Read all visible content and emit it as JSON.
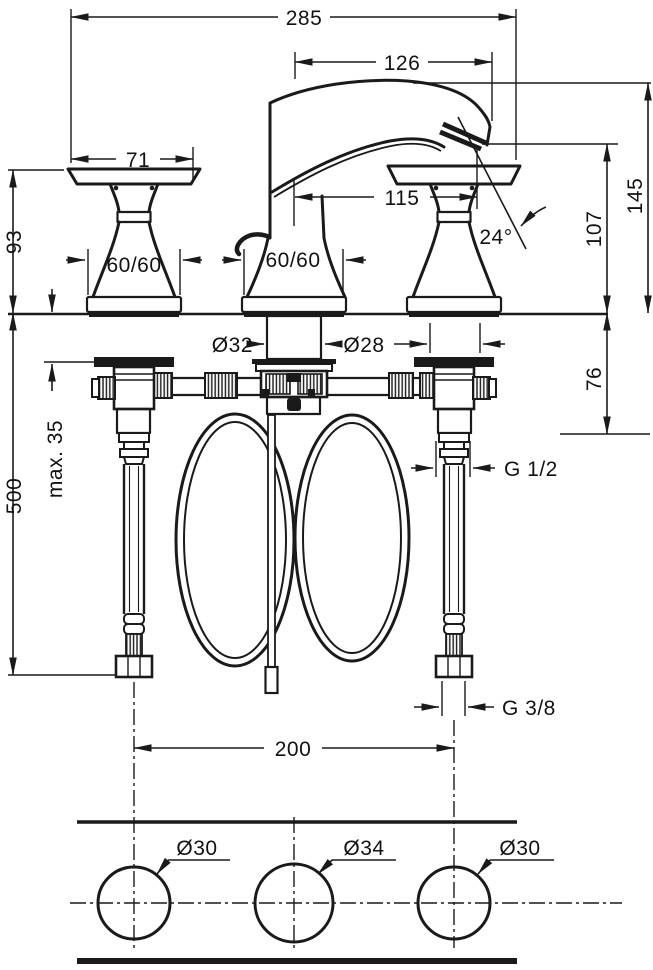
{
  "type": "technical-drawing",
  "subject": "3-hole widespread basin mixer installation dimension drawing with hole drilling template",
  "colors": {
    "ink": "#1a1a1a",
    "background": "#ffffff"
  },
  "dims": {
    "overall_width": "285",
    "spout_tip_offset": "126",
    "handle_width": "71",
    "spout_reach": "115",
    "outlet_angle": "24°",
    "handle_height": "93",
    "handle_base": "60/60",
    "spout_base": "60/60",
    "shank_diameter": "Ø32",
    "valve_shank_diameter": "Ø28",
    "total_height": "145",
    "outlet_height": "107",
    "below_deck": "76",
    "deck_thickness": "max. 35",
    "hose_length": "500",
    "hose_thread": "G 1/2",
    "supply_thread": "G 3/8",
    "hole_spacing": "200",
    "hole_left": "Ø30",
    "hole_middle": "Ø34",
    "hole_right": "Ø30"
  }
}
